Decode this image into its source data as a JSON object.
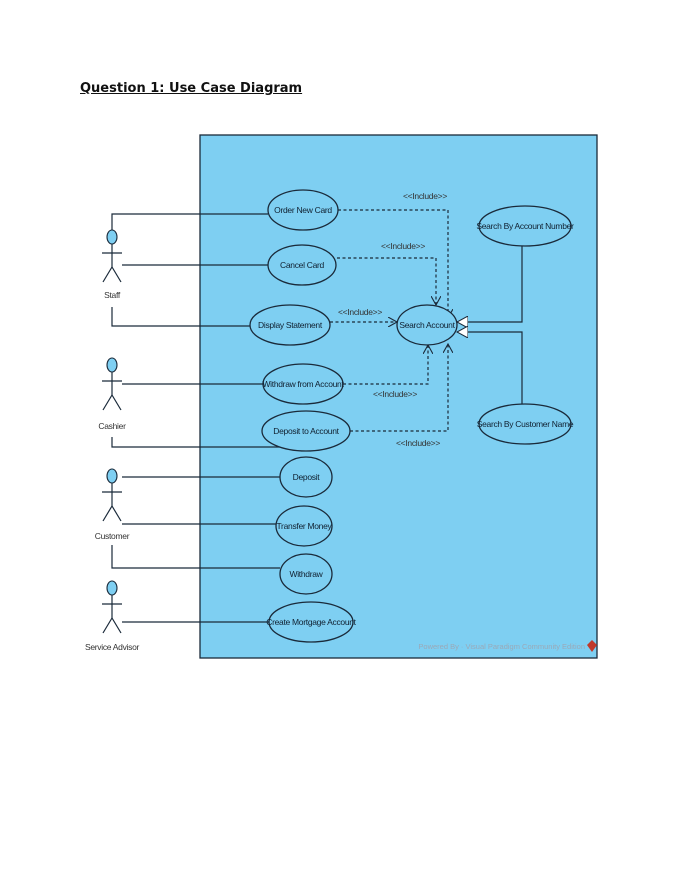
{
  "document": {
    "title": "Question 1: Use Case Diagram"
  },
  "diagram": {
    "colors": {
      "background": "#7ecff2",
      "line": "#1a2a3a"
    },
    "actors": [
      "Staff",
      "Cashier",
      "Customer",
      "Service Advisor"
    ],
    "use_cases": {
      "order_new_card": "Order New Card",
      "cancel_card": "Cancel Card",
      "display_statement": "Display Statement",
      "search_account": "Search Account",
      "withdraw_from_account": "Withdraw from Account",
      "deposit_to_account": "Deposit to Account",
      "deposit": "Deposit",
      "transfer_money": "Transfer Money",
      "withdraw": "Withdraw",
      "create_mortgage_account": "Create Mortgage Account",
      "search_by_account_number": "Search By Account Number",
      "search_by_customer_name": "Search By Customer Name"
    },
    "include_label": "<<Include>>",
    "watermark": "Powered By · Visual Paradigm Community Edition"
  }
}
